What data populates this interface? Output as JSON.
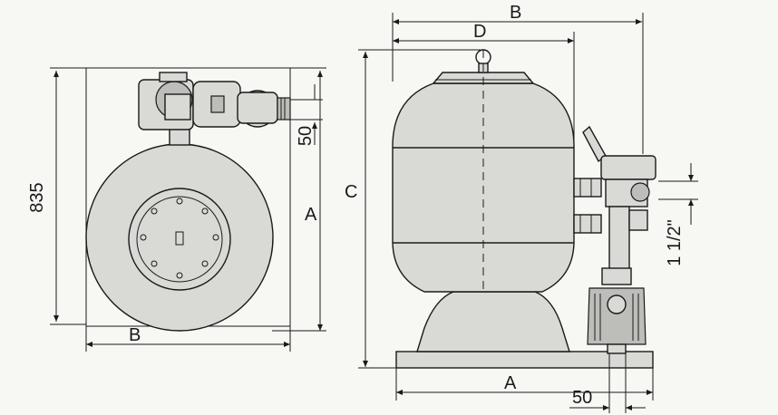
{
  "labels": {
    "height_835": "835",
    "left_a": "A",
    "left_b": "B",
    "left_50": "50",
    "top_b": "B",
    "top_d": "D",
    "right_c": "C",
    "pipe_size": "1 1/2\"",
    "bottom_a": "A",
    "bottom_50": "50"
  }
}
